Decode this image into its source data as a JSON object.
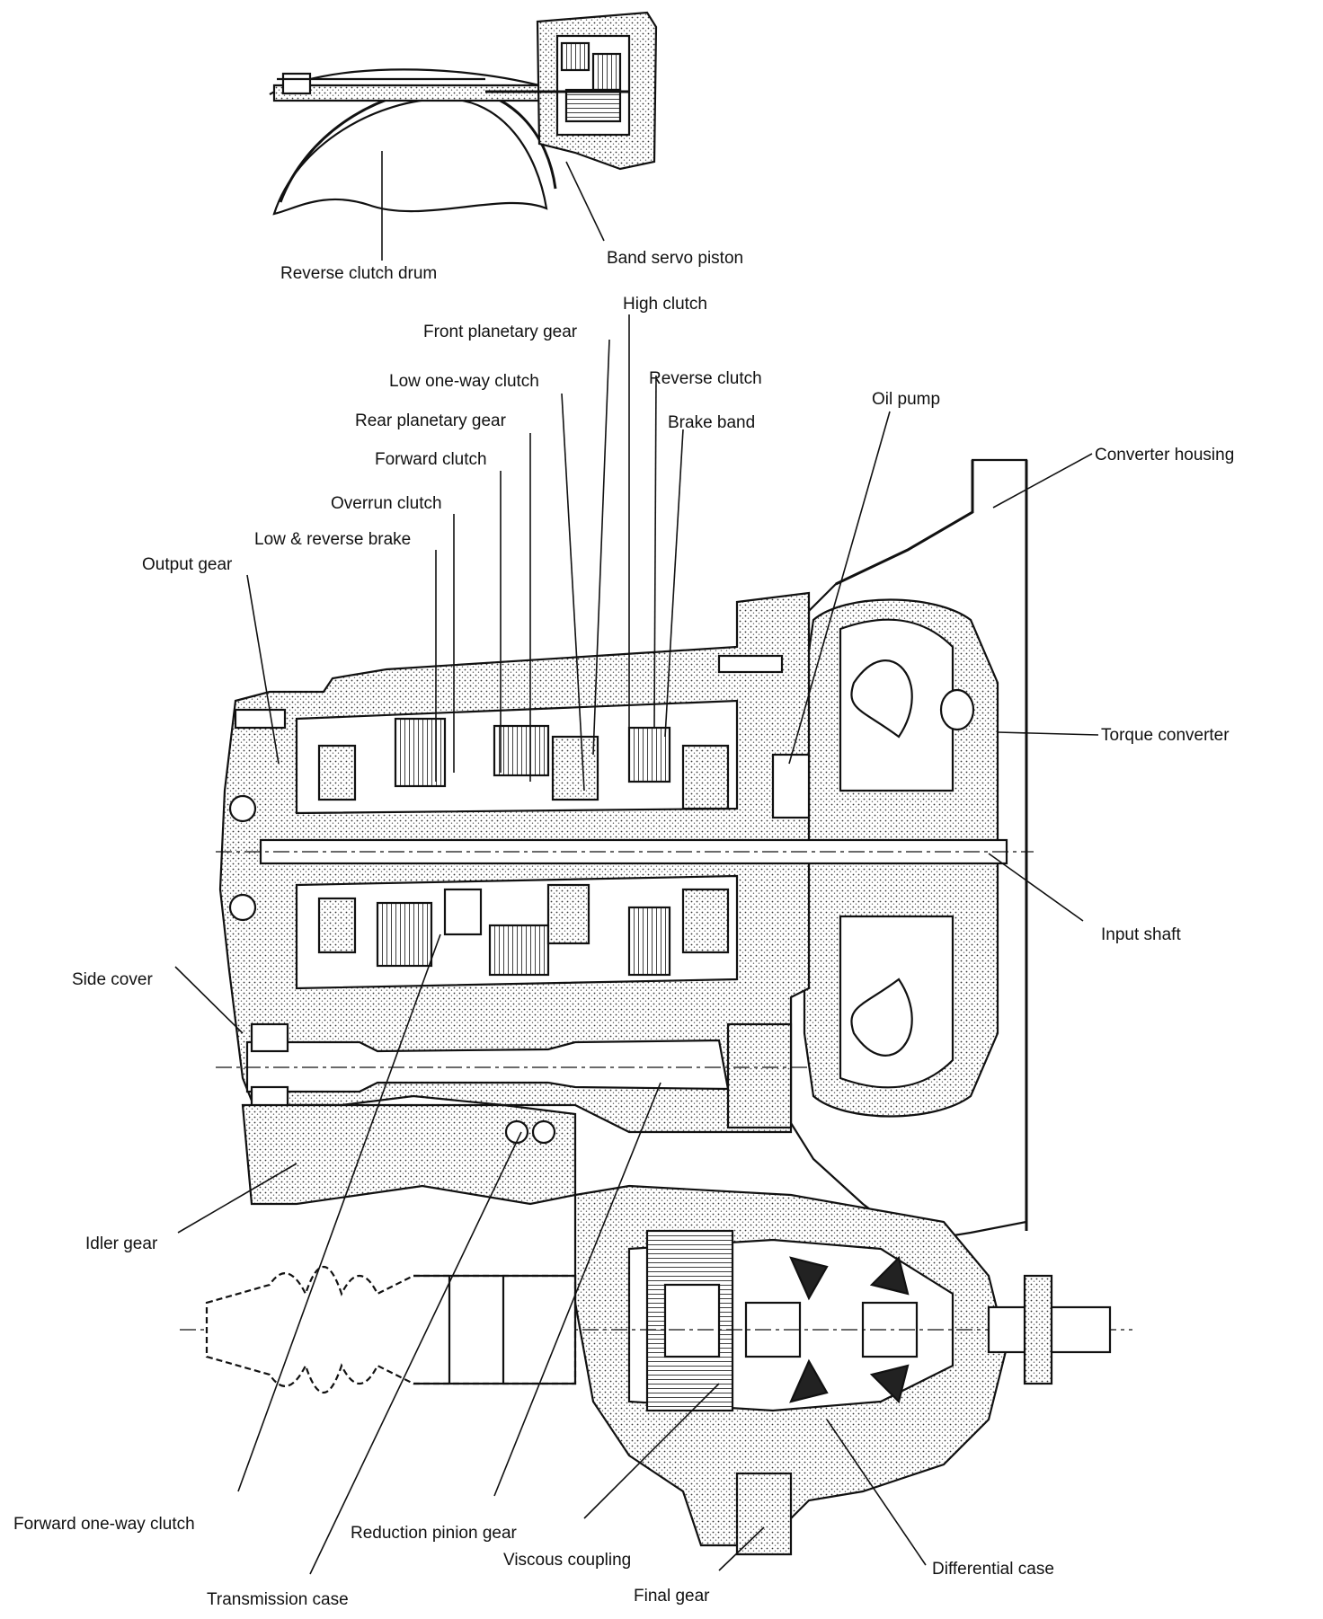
{
  "labels": {
    "reverse_clutch_drum": "Reverse clutch drum",
    "band_servo_piston": "Band servo piston",
    "high_clutch": "High clutch",
    "front_planetary_gear": "Front planetary gear",
    "low_one_way_clutch": "Low one-way clutch",
    "reverse_clutch": "Reverse clutch",
    "rear_planetary_gear": "Rear planetary gear",
    "brake_band": "Brake band",
    "oil_pump": "Oil pump",
    "forward_clutch": "Forward clutch",
    "converter_housing": "Converter housing",
    "overrun_clutch": "Overrun clutch",
    "low_reverse_brake": "Low & reverse brake",
    "output_gear": "Output gear",
    "torque_converter": "Torque converter",
    "input_shaft": "Input shaft",
    "side_cover": "Side cover",
    "idler_gear": "Idler gear",
    "forward_one_way_clutch": "Forward one-way clutch",
    "reduction_pinion_gear": "Reduction pinion gear",
    "viscous_coupling": "Viscous coupling",
    "transmission_case": "Transmission case",
    "final_gear": "Final gear",
    "differential_case": "Differential case"
  }
}
